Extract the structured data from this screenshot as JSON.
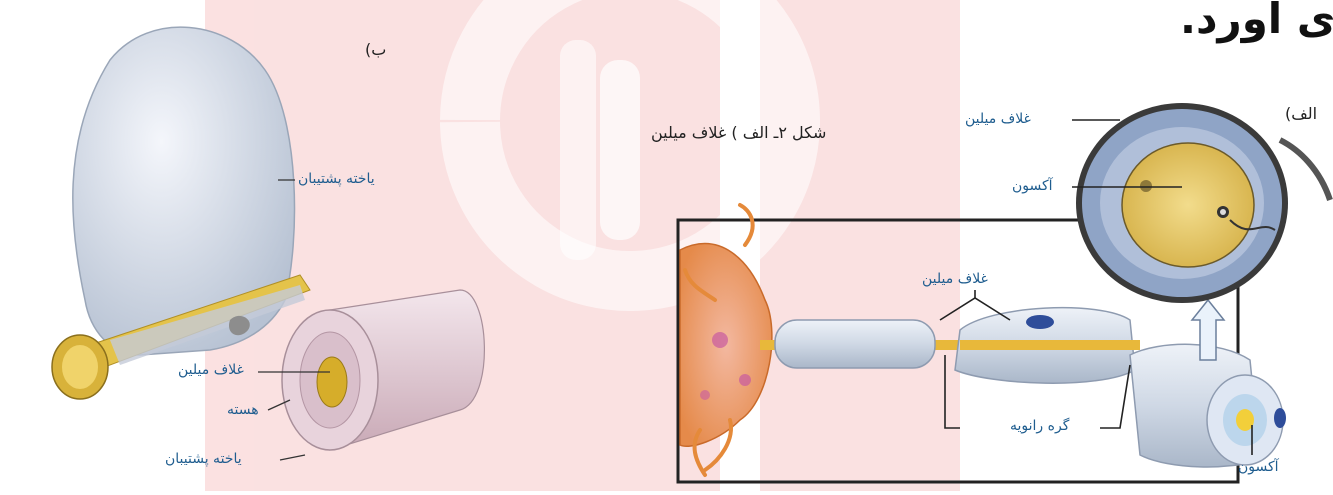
{
  "heading_fragment": "ی آورد.",
  "panel_b": {
    "letter": "ب)",
    "labels": {
      "support_cell_top": "یاخته پشتیبان",
      "myelin_sheath": "غلاف میلین",
      "nucleus": "هسته",
      "support_cell_bottom": "یاخته پشتیبان"
    }
  },
  "panel_a": {
    "letter": "الف)",
    "caption": "شکل ۲ـ الف ) غلاف میلین",
    "labels": {
      "cross_myelin": "غلاف میلین",
      "cross_axon": "آکسون",
      "neuron_myelin": "غلاف میلین",
      "ranvier_node": "گره رانویه",
      "axon_bottom": "آکسون"
    }
  },
  "colors": {
    "watermark": "#f0a7a7",
    "label_blue": "#1f5d8f",
    "axon_yellow": "#e8c13a",
    "myelin_gray": "#b9c6d6",
    "frame": "#222222"
  }
}
